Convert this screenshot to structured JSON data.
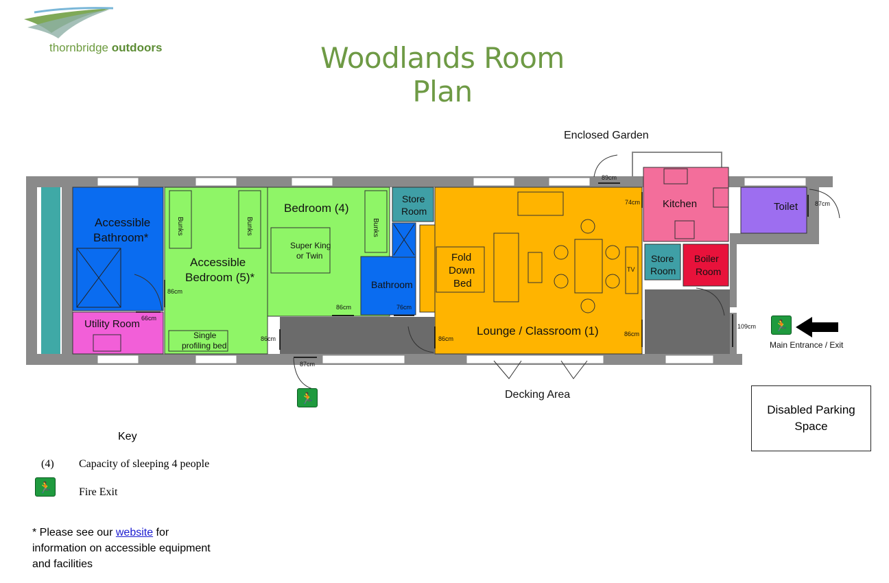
{
  "header": {
    "brand_light": "thornbridge",
    "brand_bold": "outdoors",
    "title": "Woodlands Room Plan"
  },
  "labels": {
    "enclosed_garden": "Enclosed Garden",
    "decking_area": "Decking Area",
    "main_entrance": "Main Entrance / Exit"
  },
  "rooms": {
    "accessible_bathroom": [
      "Accessible",
      "Bathroom*"
    ],
    "utility_room": "Utility Room",
    "accessible_bedroom": [
      "Accessible",
      "Bedroom (5)*"
    ],
    "bedroom": "Bedroom (4)",
    "store_room_1": [
      "Store",
      "Room"
    ],
    "bathroom": "Bathroom",
    "fold_down_bed": [
      "Fold",
      "Down",
      "Bed"
    ],
    "lounge": "Lounge / Classroom (1)",
    "kitchen": "Kitchen",
    "toilet": "Toilet",
    "store_room_2": [
      "Store",
      "Room"
    ],
    "boiler_room": [
      "Boiler",
      "Room"
    ]
  },
  "furniture": {
    "bunks": "Bunks",
    "super_king": [
      "Super King",
      "or Twin"
    ],
    "single_bed": [
      "Single",
      "profiling bed"
    ],
    "tv": "TV"
  },
  "dimensions": {
    "d89": "89cm",
    "d74": "74cm",
    "d87a": "87cm",
    "d86a": "86cm",
    "d66": "66cm",
    "d86b": "86cm",
    "d86c": "86cm",
    "d76": "76cm",
    "d86d": "86cm",
    "d86e": "86cm",
    "d109": "109cm",
    "d87b": "87cm"
  },
  "parking": [
    "Disabled Parking",
    "Space"
  ],
  "key": {
    "title": "Key",
    "capacity_symbol": "(4)",
    "capacity_text": "Capacity of sleeping 4 people",
    "fire_exit_text": "Fire Exit"
  },
  "note": {
    "prefix": "* Please see our ",
    "link": "website",
    "suffix": " for information on accessible equipment and facilities"
  },
  "colors": {
    "accessible_bathroom": "#0a6cf0",
    "utility_room": "#f25fd8",
    "accessible_bedroom": "#8ff567",
    "bedroom": "#8ff567",
    "store_room": "#3f9fa6",
    "bathroom": "#0a6cf0",
    "lounge": "#ffb400",
    "kitchen": "#f36e9b",
    "toilet": "#9d6ef0",
    "boiler_room": "#e8123b",
    "corridor": "#6b6b6b",
    "wall": "#8a8a8a",
    "title": "#6e9a45",
    "fire_exit": "#1f9a3e"
  }
}
